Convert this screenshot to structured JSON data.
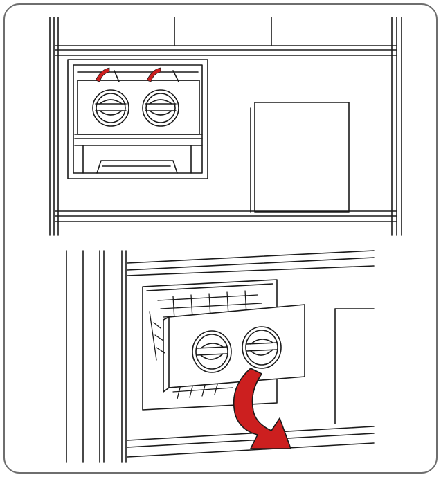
{
  "figure": {
    "panels": [
      {
        "id": "top",
        "subject": "ice-maker-bin-installed"
      },
      {
        "id": "bottom",
        "subject": "ice-maker-bin-removal"
      }
    ],
    "colors": {
      "line": "#1a1a1a",
      "frame": "#6e6e6e",
      "accent": "#cc1f1f",
      "background": "#ffffff"
    },
    "icons": [
      "rotate-arrow-icon",
      "pull-arrow-icon",
      "twist-knob-icon"
    ]
  }
}
